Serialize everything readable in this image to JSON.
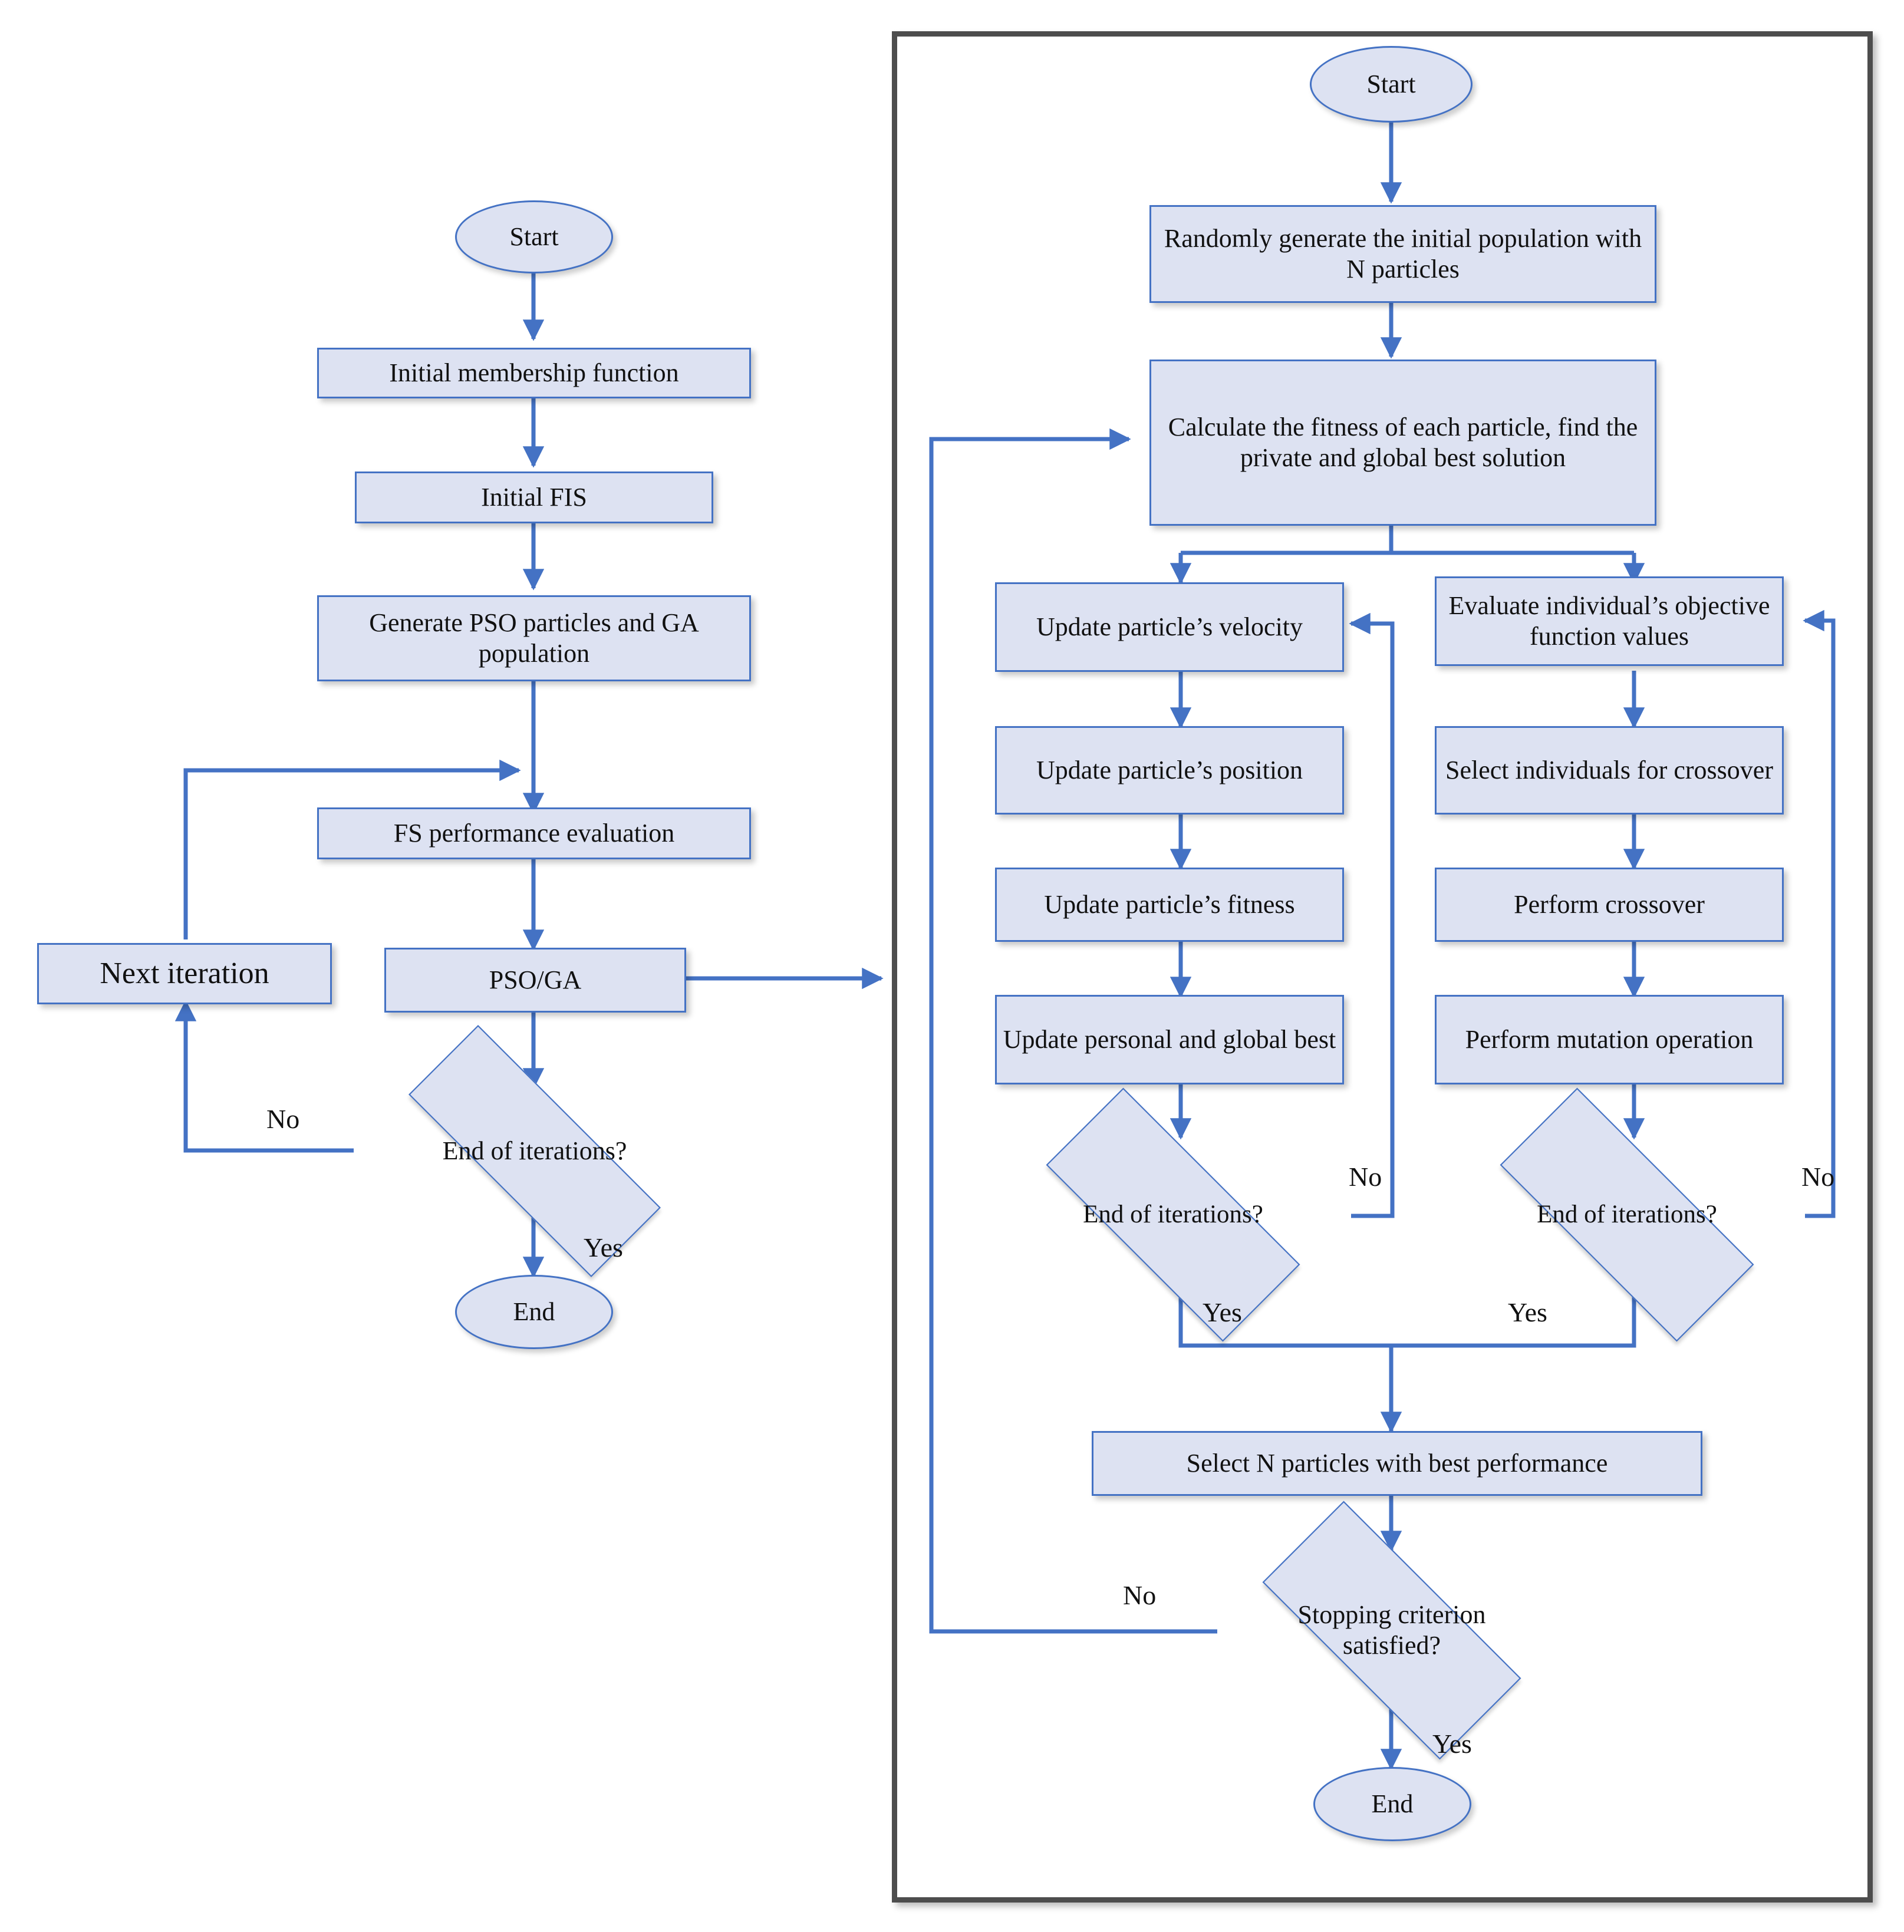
{
  "diagram": {
    "title": "Hybrid PSO/GA fuzzy system optimization flowchart",
    "accent_color": "#4472c4",
    "node_fill": "#dde2f2",
    "panel_border_color": "#4d4d4d",
    "text_color": "#111111"
  },
  "left_flow": {
    "start": "Start",
    "n1": "Initial membership function",
    "n2": "Initial FIS",
    "n3": "Generate PSO particles and GA population",
    "n4": "FS performance evaluation",
    "n5": "PSO/GA",
    "n6": "Next iteration",
    "decision": "End of iterations?",
    "end": "End",
    "label_no": "No",
    "label_yes": "Yes"
  },
  "right_flow": {
    "start": "Start",
    "init_population": "Randomly generate the initial population with N particles",
    "calc_fitness": "Calculate the fitness of each particle, find the private and global best solution",
    "pso_branch": {
      "s1": "Update particle’s velocity",
      "s2": "Update particle’s position",
      "s3": "Update particle’s fitness",
      "s4": "Update personal and global best",
      "decision": "End of iterations?",
      "label_no": "No",
      "label_yes": "Yes"
    },
    "ga_branch": {
      "s1": "Evaluate individual’s objective function values",
      "s2": "Select individuals for crossover",
      "s3": "Perform crossover",
      "s4": "Perform mutation operation",
      "decision": "End of iterations?",
      "label_no": "No",
      "label_yes": "Yes"
    },
    "select_best": "Select N particles with best performance",
    "stopping_decision": "Stopping criterion satisfied?",
    "label_no": "No",
    "label_yes": "Yes",
    "end": "End"
  }
}
